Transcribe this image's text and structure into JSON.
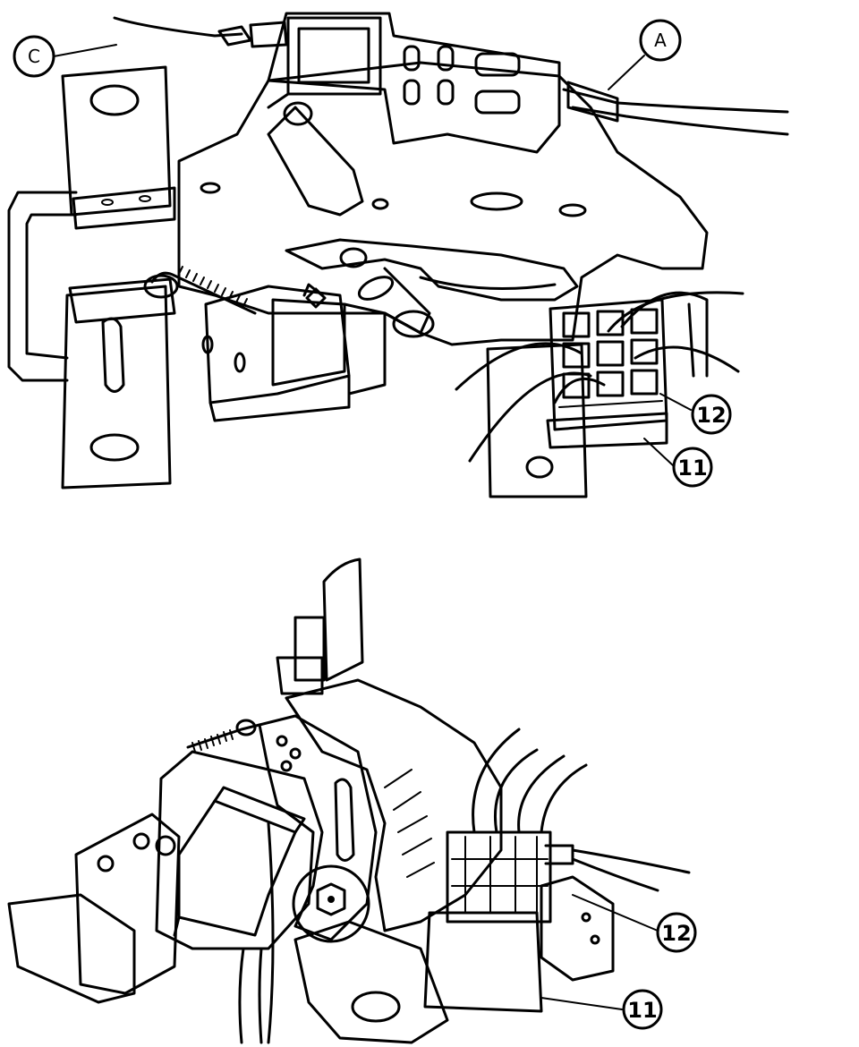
{
  "callouts": {
    "top_a": "A",
    "top_c": "C",
    "top_12": "12",
    "top_11": "11",
    "bottom_12": "12",
    "bottom_11": "11"
  }
}
